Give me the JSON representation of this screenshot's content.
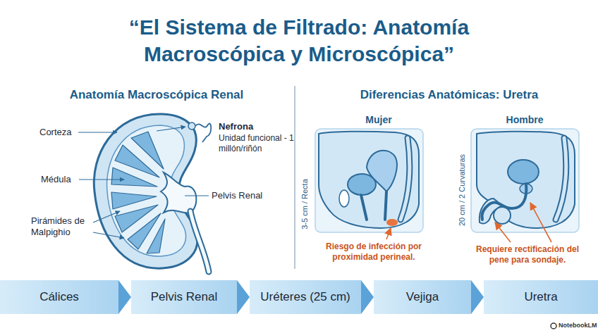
{
  "diagram": {
    "title": "“El Sistema de Filtrado: Anatomía Macroscópica y Microscópica”",
    "nodes": [
      {
        "text": [
          "Cálices"
        ]
      },
      {
        "text": [
          "Pelvis Renal"
        ]
      },
      {
        "text": [
          "Uréteres (25 cm)"
        ]
      },
      {
        "text": [
          "Vejiga"
        ]
      },
      {
        "text": [
          "Uretra"
        ]
      }
    ],
    "edges": [
      {
        "from": 0,
        "to": 1,
        "arrow": "to"
      },
      {
        "from": 1,
        "to": 2,
        "arrow": "to"
      },
      {
        "from": 2,
        "to": 3,
        "arrow": "to"
      },
      {
        "from": 3,
        "to": 4,
        "arrow": "to"
      }
    ],
    "labels": [
      "Anatomía Macroscópica Renal",
      "Corteza",
      "Médula",
      "Pirámides de Malpighio",
      "Nefrona",
      "Unidad funcional - 1 millón/riñón",
      "Pelvis Renal",
      "Diferencias Anatómicas: Uretra",
      "Mujer",
      "Hombre",
      "3-5 cm / Recta",
      "20 cm / 2 Curvaturas",
      "Riesgo de infección por proximidad perineal.",
      "Requiere rectificación del pene para sondaje.",
      "NotebookLM"
    ]
  }
}
